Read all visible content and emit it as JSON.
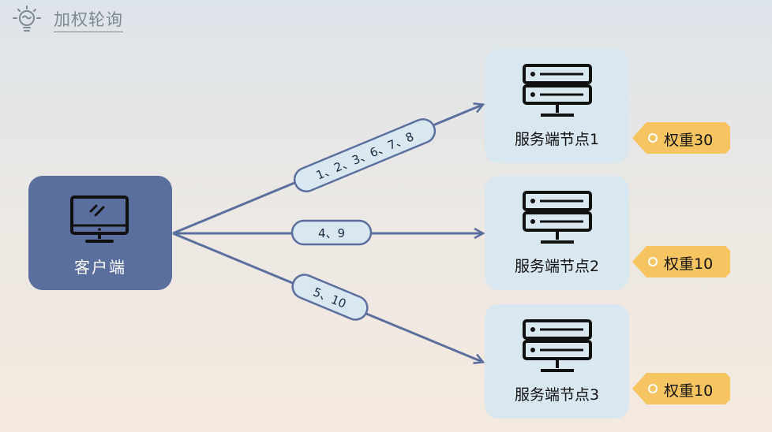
{
  "title": "加权轮询",
  "client": {
    "label": "客户端"
  },
  "nodes": [
    {
      "label": "服务端节点1",
      "weight": "权重30"
    },
    {
      "label": "服务端节点2",
      "weight": "权重10"
    },
    {
      "label": "服务端节点3",
      "weight": "权重10"
    }
  ],
  "edges": [
    {
      "label": "1、2、3、6、7、8"
    },
    {
      "label": "4、9"
    },
    {
      "label": "5、10"
    }
  ],
  "colors": {
    "client_fill": "#5b6f9f",
    "node_fill": "#d9e7f1",
    "edge": "#5b6f9f",
    "pill_fill": "#d9e7f1",
    "tag_fill": "#f6c460"
  }
}
